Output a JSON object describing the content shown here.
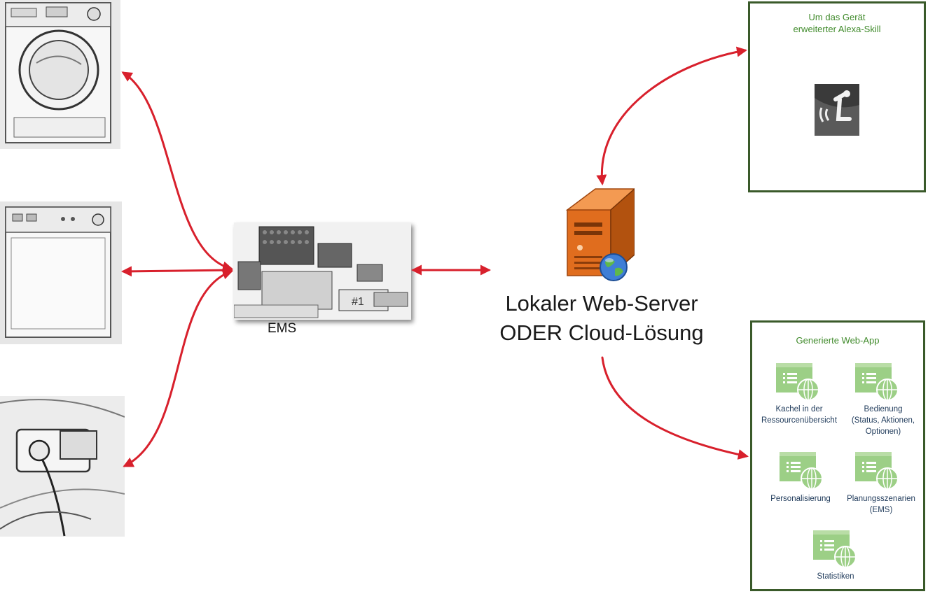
{
  "ems": {
    "label": "EMS"
  },
  "server": {
    "line1": "Lokaler Web-Server",
    "line2": "ODER Cloud-Lösung"
  },
  "alexa_panel": {
    "title_line1": "Um das Gerät",
    "title_line2": "erweiterter Alexa-Skill"
  },
  "webapp_panel": {
    "title": "Generierte Web-App",
    "items": [
      {
        "lines": [
          "Kachel in der",
          "Ressourcenübersicht"
        ]
      },
      {
        "lines": [
          "Bedienung",
          "(Status, Aktionen,",
          "Optionen)"
        ]
      },
      {
        "lines": [
          "Personalisierung"
        ]
      },
      {
        "lines": [
          "Planungsszenarien",
          "(EMS)"
        ]
      },
      {
        "lines": [
          "Statistiken"
        ]
      }
    ]
  },
  "colors": {
    "arrow": "#d8202c",
    "panel_border": "#3a5a2a",
    "panel_title": "#3f8a2a",
    "tile_green": "#9ccf86",
    "server_orange": "#e06d1e"
  },
  "icons": [
    "washing-machine-image",
    "dishwasher-image",
    "ev-charger-image",
    "ems-board-image",
    "server-icon",
    "globe-icon",
    "alexa-skill-icon",
    "web-app-tile-icon"
  ]
}
